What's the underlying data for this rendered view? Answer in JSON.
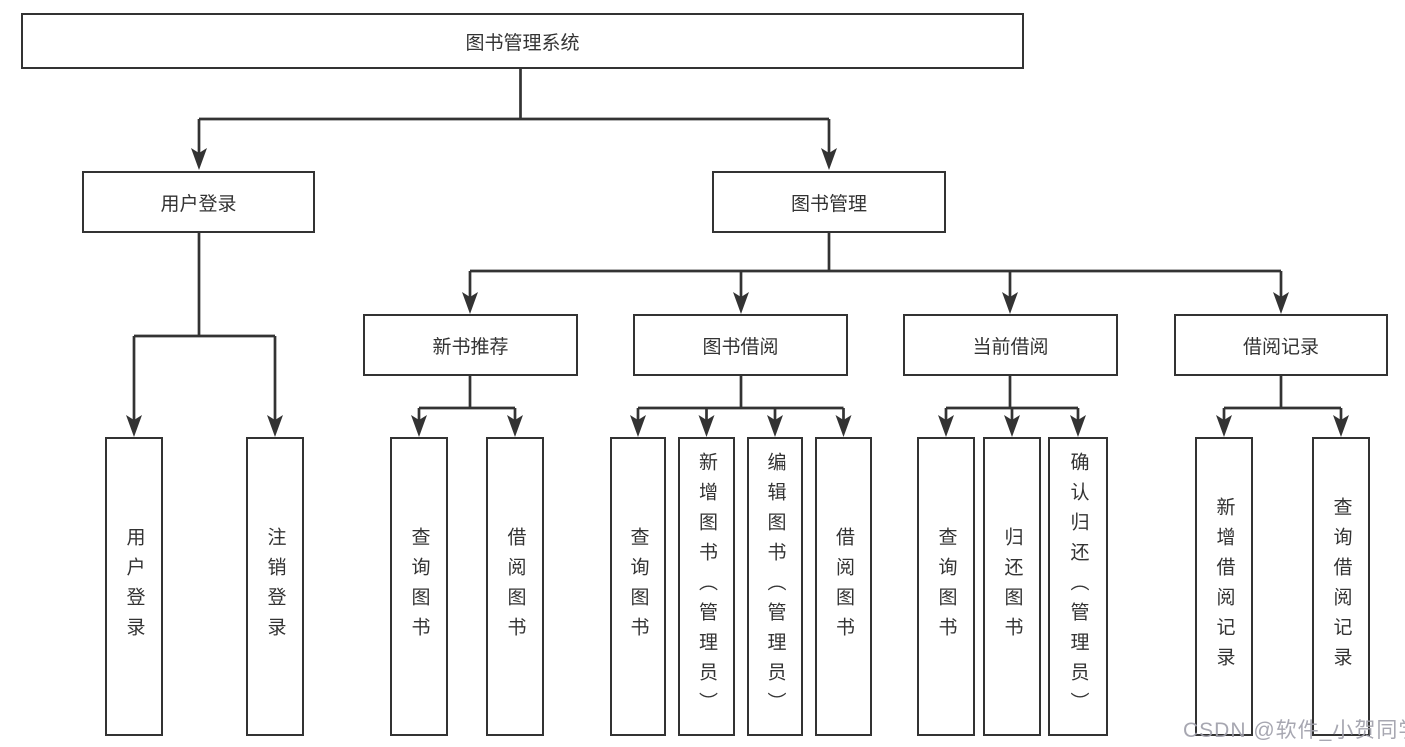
{
  "diagram": {
    "root": {
      "label": "图书管理系统"
    },
    "level2": {
      "user_login": {
        "label": "用户登录"
      },
      "book_mgmt": {
        "label": "图书管理"
      }
    },
    "level3": {
      "new_books": {
        "label": "新书推荐"
      },
      "borrow": {
        "label": "图书借阅"
      },
      "current": {
        "label": "当前借阅"
      },
      "records": {
        "label": "借阅记录"
      }
    },
    "leaves": {
      "user_login": [
        "用户登录",
        "注销登录"
      ],
      "new_books": [
        "查询图书",
        "借阅图书"
      ],
      "borrow": [
        "查询图书",
        "新增图书（管理员）",
        "编辑图书（管理员）",
        "借阅图书"
      ],
      "current": [
        "查询图书",
        "归还图书",
        "确认归还（管理员）"
      ],
      "records": [
        "新增借阅记录",
        "查询借阅记录"
      ]
    }
  },
  "watermark": {
    "text": "CSDN @软件_小贺同学"
  },
  "colors": {
    "line": "#333333",
    "box_border": "#333333",
    "text": "#333333",
    "background": "#ffffff",
    "watermark": "#a0a0aa"
  }
}
